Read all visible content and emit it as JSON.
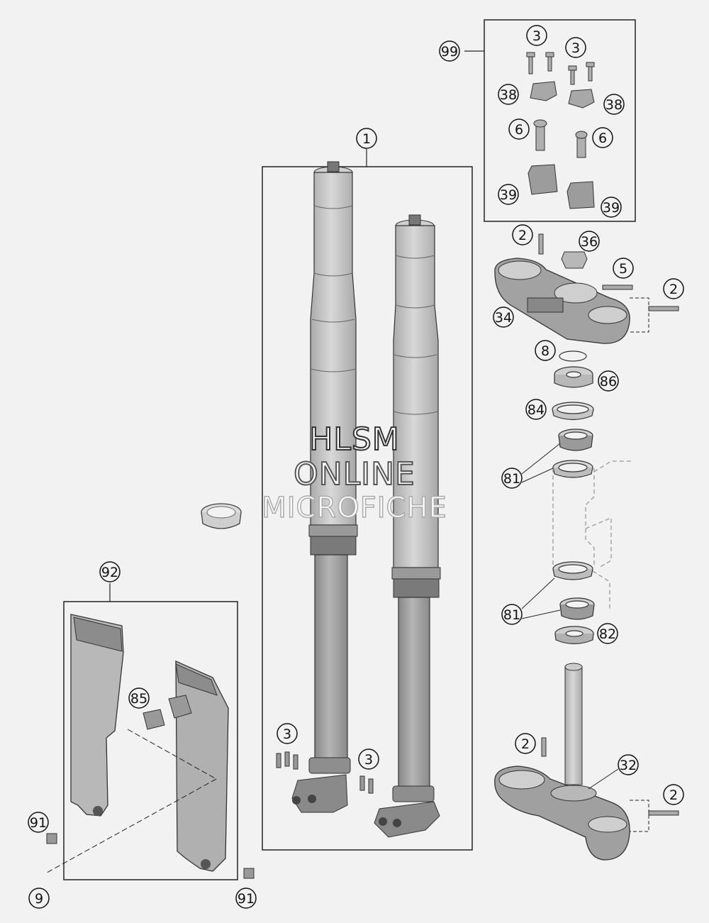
{
  "watermark": {
    "line1": "HLSM",
    "line2": "ONLINE",
    "line3": "MICROFICHE"
  },
  "callouts": {
    "c99": "99",
    "c3_kit_a": "3",
    "c3_kit_b": "3",
    "c38_a": "38",
    "c38_b": "38",
    "c6_a": "6",
    "c6_b": "6",
    "c39_a": "39",
    "c39_b": "39",
    "c1": "1",
    "c2_top": "2",
    "c2_right": "2",
    "c2_lower": "2",
    "c2_lower_right": "2",
    "c36": "36",
    "c5": "5",
    "c34": "34",
    "c8": "8",
    "c86": "86",
    "c84": "84",
    "c81_a": "81",
    "c81_b": "81",
    "c82": "82",
    "c32": "32",
    "c92": "92",
    "c85": "85",
    "c91_a": "91",
    "c91_b": "91",
    "c9": "9",
    "c3_fork_a": "3",
    "c3_fork_b": "3"
  },
  "colors": {
    "tube": "#c9c9c9",
    "part": "#9e9e9e",
    "dark": "#555555",
    "line": "#222222",
    "background": "#f2f2f2"
  }
}
